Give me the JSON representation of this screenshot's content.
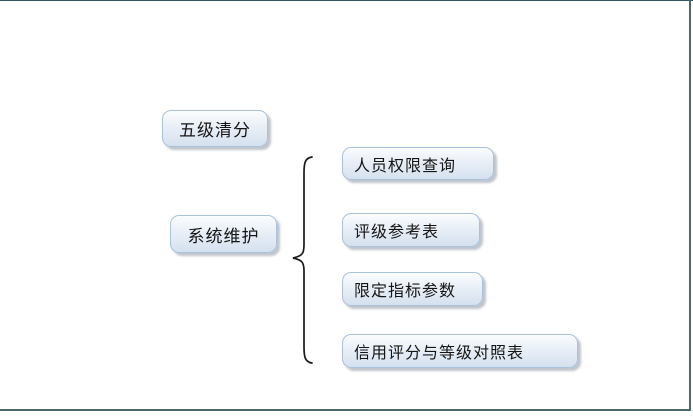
{
  "page": {
    "background": "#ffffff",
    "frame": {
      "top_color": "#33566b",
      "side_color": "#4a6872"
    }
  },
  "diagram": {
    "left_nodes": [
      {
        "label": "五级清分"
      },
      {
        "label": "系统维护"
      }
    ],
    "connector": {
      "type": "curly-brace",
      "symbol": "{",
      "color": "#1a1a1a"
    },
    "right_nodes": [
      {
        "label": "人员权限查询"
      },
      {
        "label": "评级参考表"
      },
      {
        "label": "限定指标参数"
      },
      {
        "label": "信用评分与等级对照表"
      }
    ],
    "colors": {
      "node_fill_top": "#fbfdfe",
      "node_fill_bottom": "#d5e1ef",
      "node_border": "#a9c2dc",
      "node_shadow": "#8c96a0",
      "text": "#151515"
    }
  }
}
